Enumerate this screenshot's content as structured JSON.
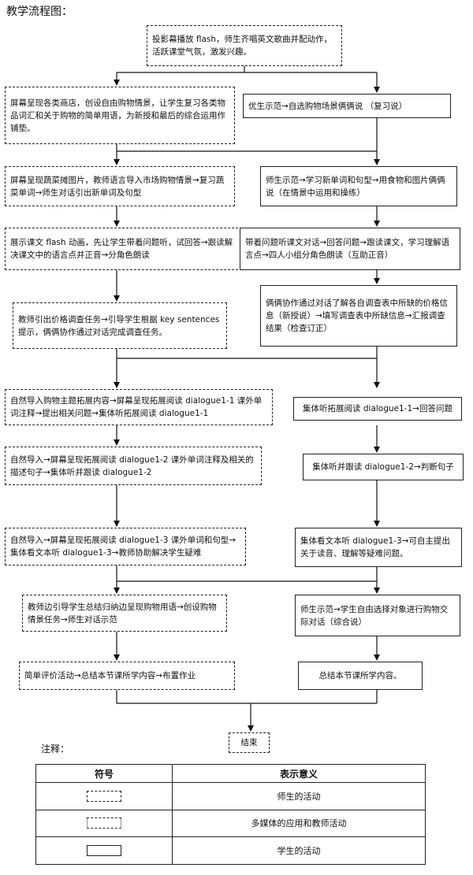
{
  "page": {
    "title": "教学流程图："
  },
  "nodes": {
    "n1": "投影幕播放 flash，师生齐唱英文歌曲并配动作，活跃课堂气氛，激发兴趣。",
    "l1": "屏幕呈现各类商店，创设自由购物情景，让学生复习各类物品词汇和关于购物的简单用语，为新授和最后的综合运用作铺垫。",
    "r1": "优生示范→自选购物场景俩俩说 （复习说）",
    "l2": "屏幕呈现蔬菜摊图片，教师语言导入市场购物情景→复习蔬菜单词→师生对话引出新单词及句型",
    "r2": "师生示范→学习新单词和句型→用食物和图片俩俩说（在情景中运用和操练）",
    "l3": "展示课文 flash 动画，先让学生带着问题听，试回答→跟读解决课文中的语言点并正音→分角色朗读",
    "r3": "带着问题听课文对话→回答问题→跟读课文，学习理解语言点→四人小组分角色朗读（互助正音）",
    "l4": "教师引出价格调查任务→引导学生根据 key sentences 提示，俩俩协作通过对话完成调查任务。",
    "r4": "俩俩协作通过对话了解各自调查表中所缺的价格信息（新授说）→填写调查表中所缺信息→汇报调查结果（检查订正）",
    "l5": "自然导入购物主题拓展内容→屏幕呈现拓展阅读 dialogue1-1 课外单词注释→提出相关问题→集体听拓展阅读 dialogue1-1",
    "r5": "集体听拓展阅读 dialogue1-1→回答问题",
    "l6": "自然导入→屏幕呈现拓展阅读 dialogue1-2 课外单词注释及相关的描述句子→集体听并跟读 dialogue1-2",
    "r6": "集体听并跟读 dialogue1-2→判断句子",
    "l7": "自然导入→屏幕呈现拓展阅读 dialogue1-3 课外单词和句型→集体看文本听 dialogue1-3→教师协助解决学生疑难",
    "r7": "集体看文本听 dialogue1-3→可自主提出关于读音、理解等疑难问题。",
    "l8": "教师边引导学生总结归纳边呈现购物用语→创设购物情景任务→师生对话示范",
    "r8": "师生示范→学生自由选择对象进行购物交际对话（综合说）",
    "l9": "简单评价活动→总结本节课所学内容→布置作业",
    "r9": "总结本节课所学内容。",
    "end": "结束"
  },
  "legend": {
    "note": "注释：",
    "header_symbol": "符号",
    "header_meaning": "表示意义",
    "rows": [
      {
        "style": "dashdot",
        "meaning": "师生的活动"
      },
      {
        "style": "dashed",
        "meaning": "多媒体的应用和教师活动"
      },
      {
        "style": "solid",
        "meaning": "学生的活动"
      }
    ]
  }
}
